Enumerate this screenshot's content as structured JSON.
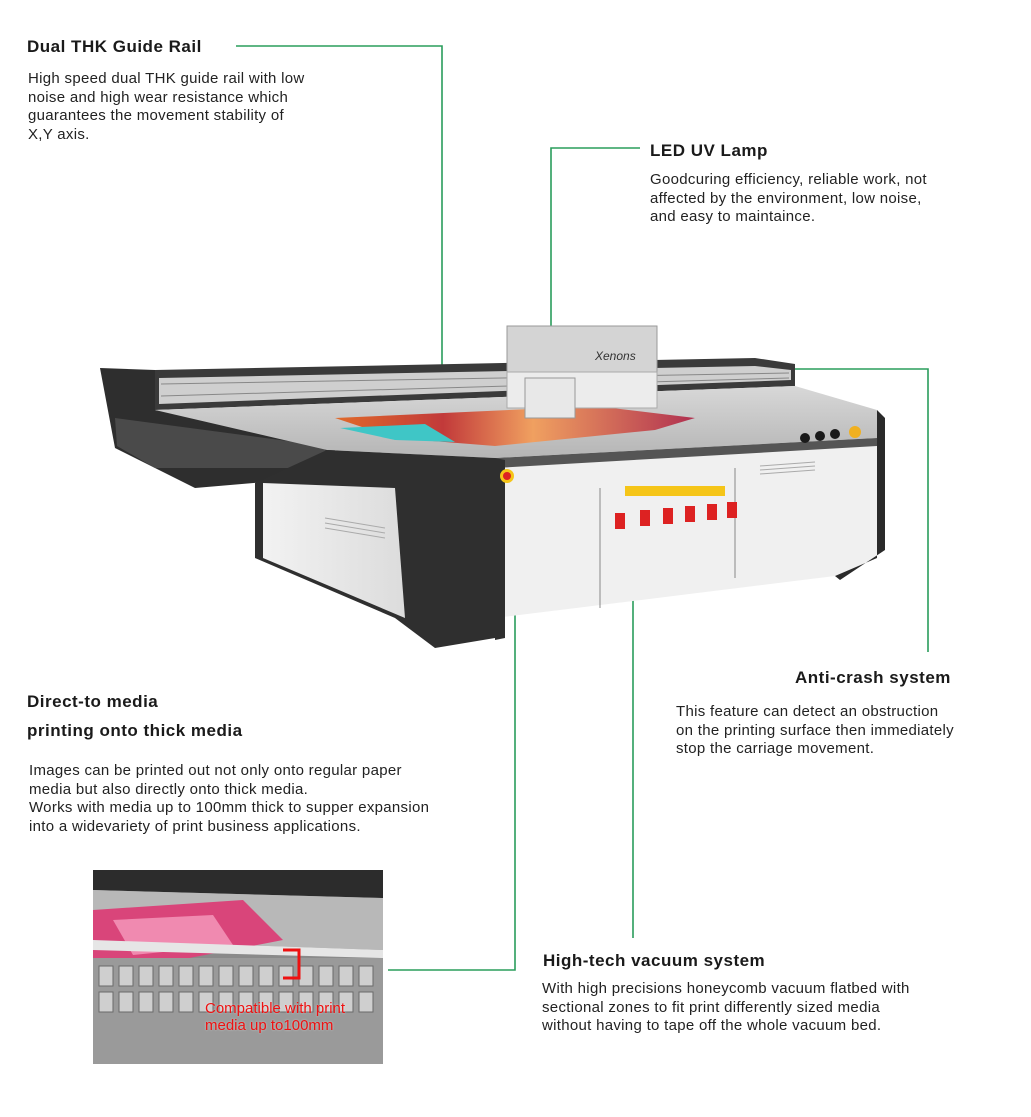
{
  "features": {
    "guide_rail": {
      "title": "Dual THK Guide Rail",
      "description": "High speed dual THK guide rail with low\nnoise and high wear resistance which\nguarantees the movement stability of\nX,Y axis."
    },
    "uv_lamp": {
      "title": "LED UV Lamp",
      "description": "Goodcuring efficiency,  reliable work, not\naffected by the environment, low noise,\nand easy to maintaince."
    },
    "anti_crash": {
      "title": "Anti-crash system",
      "description": "This feature can detect an obstruction\non the printing surface then immediately\nstop the carriage movement."
    },
    "direct_media": {
      "title_line1": "Direct-to media",
      "title_line2": "printing onto thick media",
      "description": "Images can be printed out not only onto regular paper\nmedia but also directly onto thick media.\nWorks with media up to 100mm thick to supper expansion\ninto a widevariety of print business applications."
    },
    "vacuum": {
      "title": "High-tech vacuum system",
      "description": "With high precisions honeycomb vacuum flatbed with\nsectional zones to fit print differently sized media\nwithout having to tape off the whole vacuum bed."
    }
  },
  "printer": {
    "brand_label": "Xenons"
  },
  "inset": {
    "caption": "Compatible with print media up to100mm"
  },
  "colors": {
    "callout_line": "#2a9d5c",
    "inset_caption": "#ee1111"
  }
}
